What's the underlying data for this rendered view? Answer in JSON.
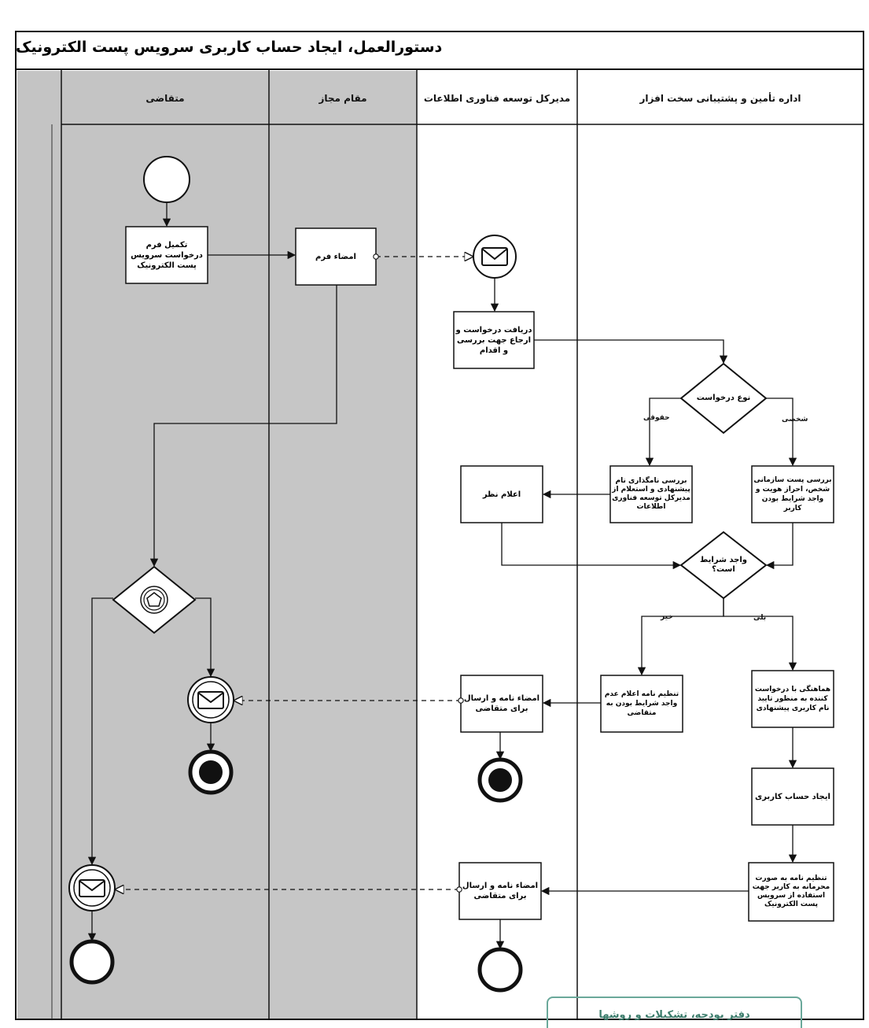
{
  "title": "دستورالعمل، ایجاد حساب کاربری سرویس پست الکترونیک",
  "lanes": [
    {
      "id": "applicant",
      "label": "متقاضی"
    },
    {
      "id": "authority",
      "label": "مقام مجاز"
    },
    {
      "id": "it_director",
      "label": "مدیرکل توسعه فناوری اطلاعات"
    },
    {
      "id": "hw_dept",
      "label": "اداره تأمین و پشتیبانی سخت افزار"
    }
  ],
  "tasks": {
    "fill_form": "تکمیل فرم درخواست سرویس پست الکترونیک",
    "sign_form": "امضاء فرم",
    "receive_request": "دریافت درخواست و ارجاع جهت بررسی و اقدام",
    "review_legal": "بررسی نامگذاری نام پیشنهادی و استعلام از مدیرکل توسعه فناوری اطلاعات",
    "announce_opinion": "اعلام نظر",
    "review_personal": "بررسی پست سازمانی شخص، احراز هویت و واجد شرایط بودن کاربر",
    "coordinate": "هماهنگی با درخواست کننده به منظور تایید نام کاربری پیشنهادی",
    "notice_ineligible": "تنظیم نامه اعلام عدم واجد شرایط بودن به متقاضی",
    "sign_send_1": "امضاء نامه و ارسال برای متقاضی",
    "create_account": "ایجاد حساب کاربری",
    "confidential_letter": "تنظیم نامه به صورت محرمانه به کاربر جهت استفاده از سرویس پست الکترونیک",
    "sign_send_2": "امضاء نامه و ارسال برای متقاضی"
  },
  "gateways": {
    "request_type": "نوع درخواست",
    "eligible": "واجد شرایط است؟"
  },
  "flow_labels": {
    "legal": "حقوقی",
    "personal": "شخصی",
    "no": "خیر",
    "yes": "بلی"
  },
  "stamp_text": "دفتر بودجه، تشکیلات و روشها",
  "colors": {
    "shaded_lane": "#c4c4c4",
    "line": "#111111",
    "stamp": "#3c7d6c"
  }
}
